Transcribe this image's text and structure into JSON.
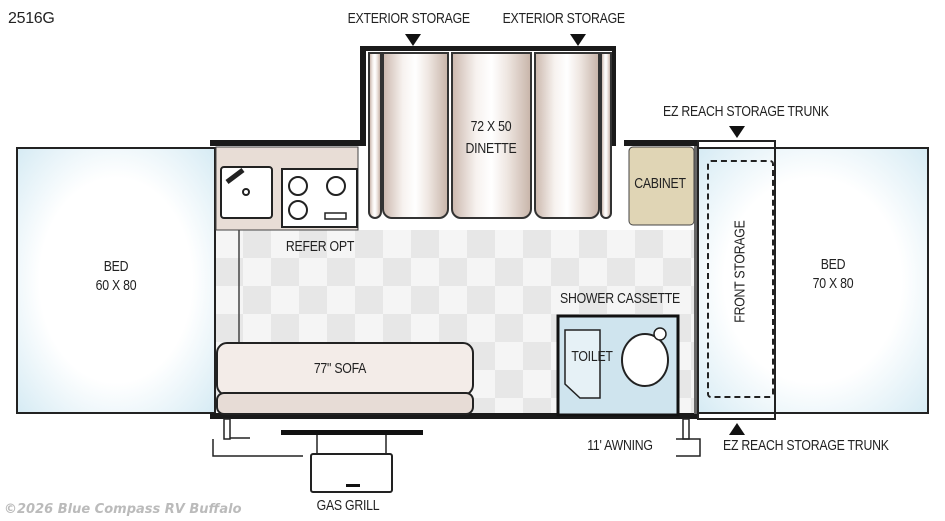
{
  "model": "2516G",
  "labels": {
    "exterior_storage_1": "EXTERIOR STORAGE",
    "exterior_storage_2": "EXTERIOR STORAGE",
    "dinette": "72 X 50",
    "dinette_name": "DINETTE",
    "ez_reach_top": "EZ REACH STORAGE TRUNK",
    "ez_reach_bottom": "EZ REACH STORAGE TRUNK",
    "cabinet": "CABINET",
    "bed_left": "BED",
    "bed_left_size": "60 X 80",
    "bed_right": "BED",
    "bed_right_size": "70 X 80",
    "refer": "REFER OPT",
    "front_storage": "FRONT STORAGE",
    "shower": "SHOWER CASSETTE",
    "toilet": "TOILET",
    "sofa": "77\" SOFA",
    "awning": "11' AWNING",
    "grill": "GAS GRILL"
  },
  "watermark": "©2026 Blue Compass RV Buffalo",
  "colors": {
    "bed": "#d6ebf4",
    "cabinet": "#e0d5b5",
    "wall": "#1a1a1a"
  }
}
